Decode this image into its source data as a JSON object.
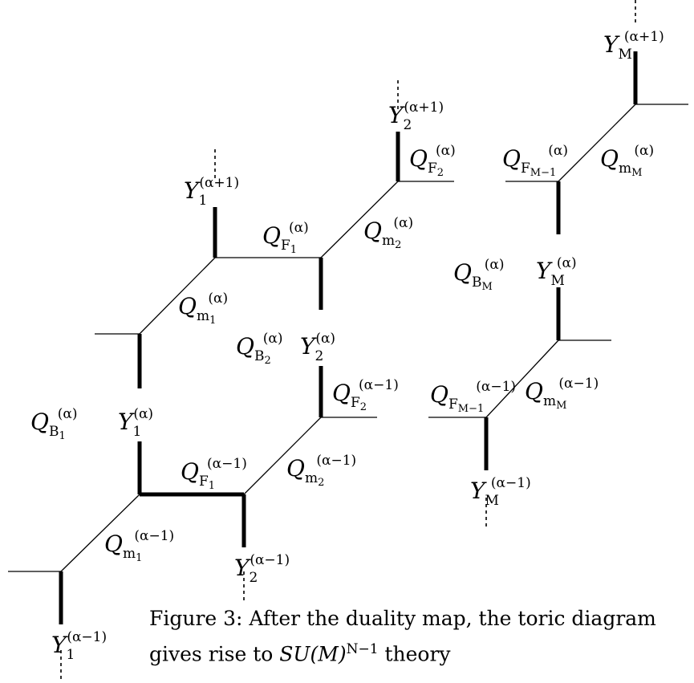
{
  "labels": {
    "y1_a1": {
      "base": "Y",
      "sub": "1",
      "sup": "(α+1)"
    },
    "y1_a": {
      "base": "Y",
      "sub": "1",
      "sup": "(α)"
    },
    "y1_am1": {
      "base": "Y",
      "sub": "1",
      "sup": "(α−1)"
    },
    "y2_a1": {
      "base": "Y",
      "sub": "2",
      "sup": "(α+1)"
    },
    "y2_a": {
      "base": "Y",
      "sub": "2",
      "sup": "(α)"
    },
    "y2_am1": {
      "base": "Y",
      "sub": "2",
      "sup": "(α−1)"
    },
    "ym_a1": {
      "base": "Y",
      "sub": "M",
      "sup": "(α+1)"
    },
    "ym_a": {
      "base": "Y",
      "sub": "M",
      "sup": "(α)"
    },
    "ym_am1": {
      "base": "Y",
      "sub": "M",
      "sup": "(α−1)"
    },
    "qf2_a": {
      "base": "Q",
      "sub": "F",
      "subsub": "2",
      "sup": "(α)"
    },
    "qf1_a": {
      "base": "Q",
      "sub": "F",
      "subsub": "1",
      "sup": "(α)"
    },
    "qm2_a": {
      "base": "Q",
      "sub": "m",
      "subsub": "2",
      "sup": "(α)"
    },
    "qm1_a": {
      "base": "Q",
      "sub": "m",
      "subsub": "1",
      "sup": "(α)"
    },
    "qb2_a": {
      "base": "Q",
      "sub": "B",
      "subsub": "2",
      "sup": "(α)"
    },
    "qb1_a": {
      "base": "Q",
      "sub": "B",
      "subsub": "1",
      "sup": "(α)"
    },
    "qf2_am1": {
      "base": "Q",
      "sub": "F",
      "subsub": "2",
      "sup": "(α−1)"
    },
    "qf1_am1": {
      "base": "Q",
      "sub": "F",
      "subsub": "1",
      "sup": "(α−1)"
    },
    "qm2_am1": {
      "base": "Q",
      "sub": "m",
      "subsub": "2",
      "sup": "(α−1)"
    },
    "qm1_am1": {
      "base": "Q",
      "sub": "m",
      "subsub": "1",
      "sup": "(α−1)"
    },
    "qfm1_a": {
      "base": "Q",
      "sub": "F",
      "subsub": "M−1",
      "sup": "(α)"
    },
    "qmm_a": {
      "base": "Q",
      "sub": "m",
      "subsub": "M",
      "sup": "(α)"
    },
    "qbm_a": {
      "base": "Q",
      "sub": "B",
      "subsub": "M",
      "sup": "(α)"
    },
    "qfm1_am1": {
      "base": "Q",
      "sub": "F",
      "subsub": "M−1",
      "sup": "(α−1)"
    },
    "qmm_am1": {
      "base": "Q",
      "sub": "m",
      "subsub": "M",
      "sup": "(α−1)"
    }
  },
  "caption": {
    "prefix": "Figure 3: After the duality map, the toric diagram",
    "line2_start": "gives rise to ",
    "math": "SU(M)",
    "exp": "N−1",
    "line2_end": " theory"
  }
}
